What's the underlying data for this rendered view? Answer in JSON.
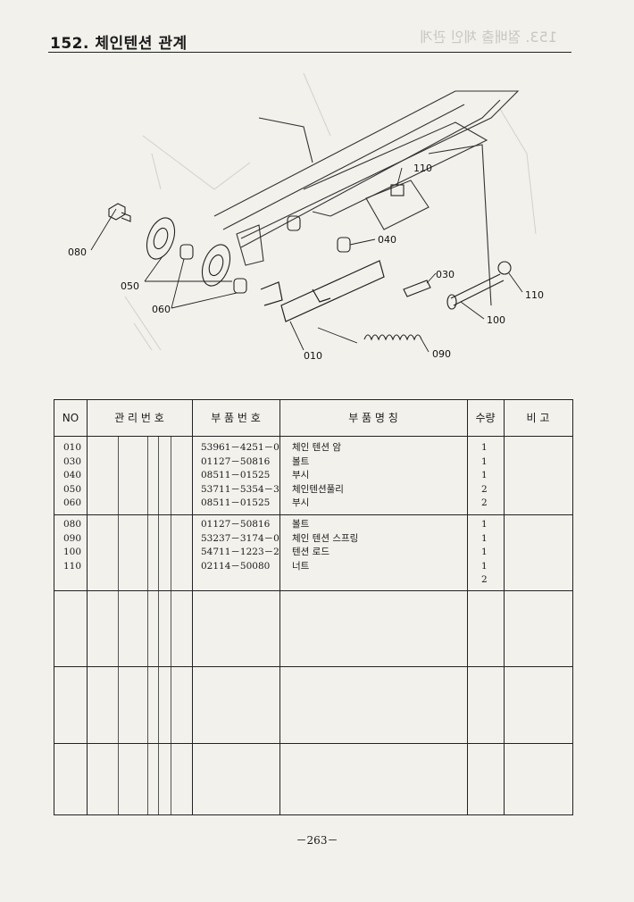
{
  "page_title": "152. 체인텐션 관계",
  "ghost_header": "153. 절배출 체인 관계",
  "diagram": {
    "callouts": [
      "080",
      "050",
      "060",
      "010",
      "040",
      "110",
      "030",
      "110",
      "100",
      "090"
    ]
  },
  "table": {
    "headers": {
      "no": "NO",
      "mgmt_no": "관 리 번 호",
      "part_no": "부 품 번 호",
      "part_name": "부 품 명 칭",
      "qty": "수량",
      "remark": "비 고"
    },
    "group1": {
      "no": "010\n030\n040\n050\n060",
      "part_no": "53961－4251－0\n01127－50816\n08511－01525\n53711－5354－3\n08511－01525",
      "part_name": "체인 텐션 암\n볼트\n부시\n체인텐션풀리\n부시",
      "qty": "1\n1\n1\n2\n2"
    },
    "group2": {
      "no": "080\n090\n100\n110",
      "part_no": "01127－50816\n53237－3174－0\n54711－1223－2\n02114－50080",
      "part_name": "볼트\n체인 텐션 스프링\n텐션 로드\n너트",
      "qty": "1\n1\n1\n1\n2"
    }
  },
  "page_number": "－263－"
}
